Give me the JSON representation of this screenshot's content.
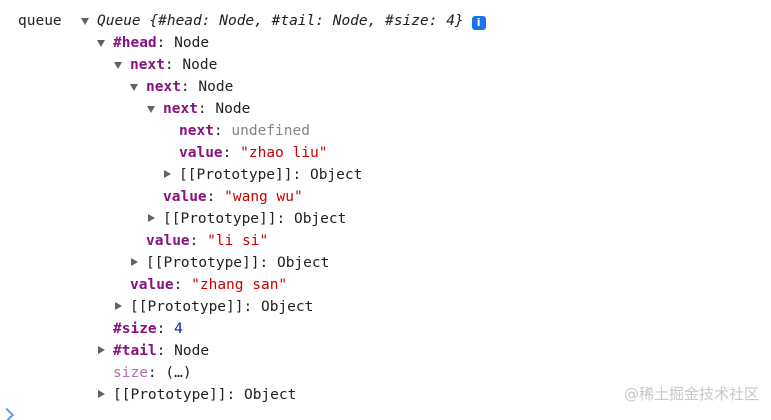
{
  "console": {
    "variable_label": "queue",
    "root": {
      "summary_prefix": "Queue ",
      "summary_body": "{#head: Node, #tail: Node, #size: 4}",
      "info_glyph": "i"
    },
    "rows": {
      "head": {
        "key": "#head",
        "sep": ": ",
        "value": "Node"
      },
      "next1": {
        "key": "next",
        "sep": ": ",
        "value": "Node"
      },
      "next2": {
        "key": "next",
        "sep": ": ",
        "value": "Node"
      },
      "next3": {
        "key": "next",
        "sep": ": ",
        "value": "Node"
      },
      "next4": {
        "key": "next",
        "sep": ": ",
        "value": "undefined"
      },
      "value4": {
        "key": "value",
        "sep": ": ",
        "value": "\"zhao liu\""
      },
      "proto4": {
        "key": "[[Prototype]]",
        "sep": ": ",
        "value": "Object"
      },
      "value3": {
        "key": "value",
        "sep": ": ",
        "value": "\"wang wu\""
      },
      "proto3": {
        "key": "[[Prototype]]",
        "sep": ": ",
        "value": "Object"
      },
      "value2": {
        "key": "value",
        "sep": ": ",
        "value": "\"li si\""
      },
      "proto2": {
        "key": "[[Prototype]]",
        "sep": ": ",
        "value": "Object"
      },
      "value1": {
        "key": "value",
        "sep": ": ",
        "value": "\"zhang san\""
      },
      "proto1": {
        "key": "[[Prototype]]",
        "sep": ": ",
        "value": "Object"
      },
      "size": {
        "key": "#size",
        "sep": ": ",
        "value": "4"
      },
      "tail": {
        "key": "#tail",
        "sep": ": ",
        "value": "Node"
      },
      "size_getter": {
        "key": "size",
        "sep": ": ",
        "value": "(…)"
      },
      "proto_root": {
        "key": "[[Prototype]]",
        "sep": ": ",
        "value": "Object"
      }
    }
  },
  "watermark": "@稀土掘金技术社区",
  "colors": {
    "key": "#881280",
    "string": "#c80000",
    "number": "#1a1aa6",
    "undefined": "#80868b",
    "info_badge": "#1a73e8"
  }
}
